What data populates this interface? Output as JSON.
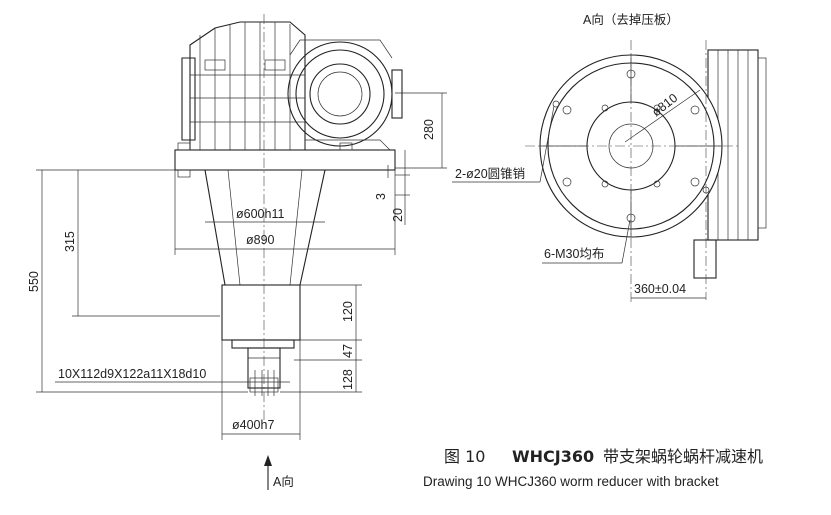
{
  "view_a_title": "A向（去掉压板）",
  "arrow_label": "A向",
  "dimensions": {
    "d280": "280",
    "d3": "3",
    "d20": "20",
    "d600": "ø600h11",
    "d890": "ø890",
    "d315": "315",
    "d550": "550",
    "d120": "120",
    "d47": "47",
    "d128": "128",
    "spline": "10X112d9X122a11X18d10",
    "d400": "ø400h7",
    "d810": "ø810",
    "pins": "2-ø20圆锥销",
    "bolts": "6-M30均布",
    "d360": "360±0.04"
  },
  "caption": {
    "figure_no": "图 10",
    "model": "WHCJ360",
    "cn_title": "带支架蜗轮蜗杆减速机",
    "en_title": "Drawing 10 WHCJ360  worm reducer with bracket"
  }
}
